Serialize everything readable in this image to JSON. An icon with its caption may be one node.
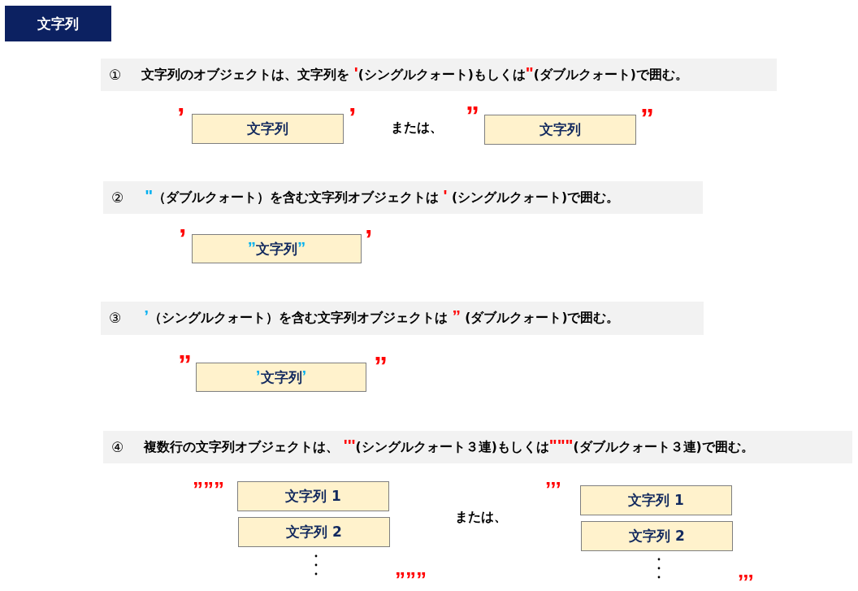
{
  "diagram": {
    "title": "文字列",
    "nodes": [
      {
        "text": [
          "①",
          "文字列のオブジェクトは、文字列を '(シングルクォート)もしくは\"(ダブルクォート)で囲む。"
        ]
      },
      {
        "text": [
          "文字列"
        ],
        "beside": [
          "’",
          "’"
        ]
      },
      {
        "text": [
          "文字列"
        ],
        "beside": [
          "”",
          "”"
        ]
      },
      {
        "text": [
          "②",
          "\"（ダブルクォート）を含む文字列オブジェクトは ' (シングルクォート)で囲む。"
        ]
      },
      {
        "text": [
          "”文字列”"
        ],
        "beside": [
          "’",
          "’"
        ]
      },
      {
        "text": [
          "③",
          "’（シングルクォート）を含む文字列オブジェクトは ” (ダブルクォート)で囲む。"
        ]
      },
      {
        "text": [
          "’文字列’"
        ],
        "beside": [
          "”",
          "”"
        ]
      },
      {
        "text": [
          "④",
          "複数行の文字列オブジェクトは、 '''(シングルクォート３連)もしくは\"\"\"(ダブルクォート３連)で囲む。"
        ]
      },
      {
        "text": [
          "文字列 1"
        ],
        "beside": [
          "”””"
        ]
      },
      {
        "text": [
          "文字列 2"
        ],
        "beside": [
          "”””"
        ]
      },
      {
        "text": [
          "文字列 1"
        ],
        "beside": [
          "’’’"
        ]
      },
      {
        "text": [
          "文字列 2"
        ],
        "beside": [
          "’’’"
        ]
      }
    ],
    "labels": [
      "または、",
      "または、"
    ]
  }
}
